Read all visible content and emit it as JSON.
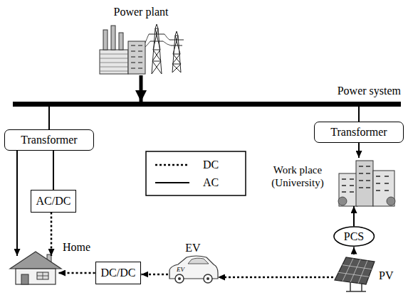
{
  "diagram": {
    "nodes": [
      {
        "text": [
          "Power plant"
        ]
      },
      {
        "text": [
          "Power system"
        ]
      },
      {
        "text": [
          "Transformer"
        ]
      },
      {
        "text": [
          "Transformer"
        ]
      },
      {
        "text": [
          "AC/DC"
        ]
      },
      {
        "text": [
          "Work place (University)"
        ]
      },
      {
        "text": [
          "Home"
        ]
      },
      {
        "text": [
          "DC/DC"
        ]
      },
      {
        "text": [
          "EV",
          "EV"
        ]
      },
      {
        "text": [
          "PCS"
        ]
      },
      {
        "text": [
          "PV"
        ]
      }
    ],
    "edges": [
      {
        "from": 0,
        "to": 1,
        "arrow": "to"
      },
      {
        "from": 1,
        "to": 2,
        "arrow": "none"
      },
      {
        "from": 1,
        "to": 3,
        "arrow": "none"
      },
      {
        "from": 2,
        "to": 4,
        "arrow": "none"
      },
      {
        "from": 2,
        "to": 6,
        "arrow": "to"
      },
      {
        "from": 4,
        "to": 6,
        "arrow": "to"
      },
      {
        "from": 3,
        "to": 5,
        "arrow": "to"
      },
      {
        "from": 10,
        "to": 9,
        "arrow": "to"
      },
      {
        "from": 9,
        "to": 5,
        "arrow": "to"
      },
      {
        "from": 10,
        "to": 8,
        "arrow": "to"
      },
      {
        "from": 8,
        "to": 7,
        "arrow": "to"
      },
      {
        "from": 7,
        "to": 6,
        "arrow": "to"
      }
    ],
    "legend": [
      {
        "text": "DC"
      },
      {
        "text": "AC"
      }
    ]
  }
}
